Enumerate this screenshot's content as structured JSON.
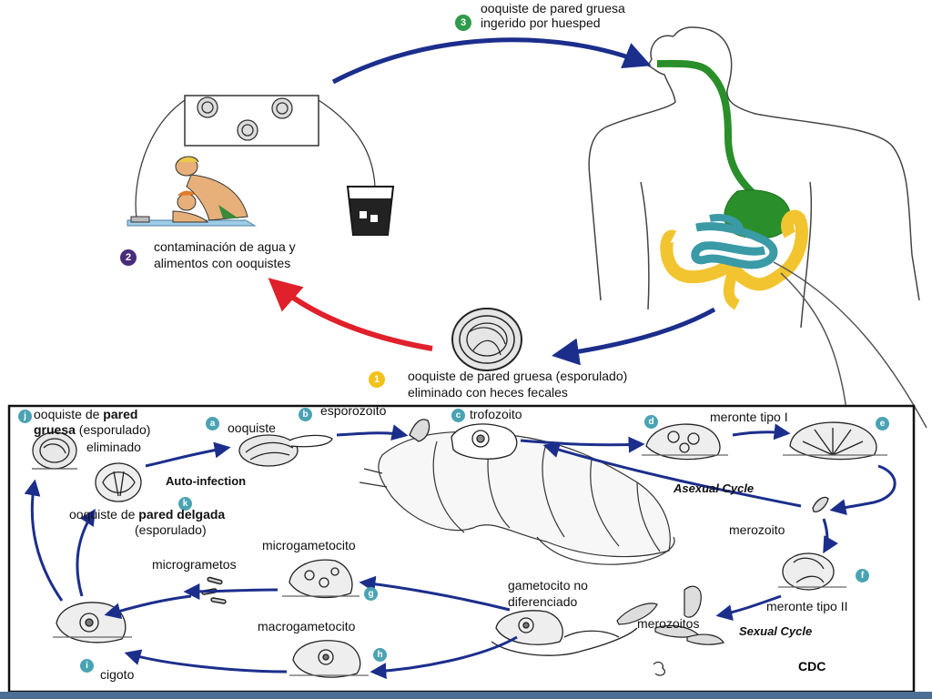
{
  "colors": {
    "arrow_blue": "#1c2e8c",
    "arrow_red": "#e0202a",
    "badge_green": "#2e9b4a",
    "badge_purple": "#4a2c7a",
    "badge_yellow": "#f2c21b",
    "badge_teal": "#4aa3b3",
    "stomach_green": "#2a8f2a",
    "intestine_teal": "#3a9aa6",
    "colon_yellow": "#f2c530"
  },
  "top": {
    "step3": {
      "badge": "3",
      "line1": "ooquiste de pared gruesa",
      "line2": "ingerido por huesped"
    },
    "step2": {
      "badge": "2",
      "line1": "contaminación de agua y",
      "line2": "alimentos con ooquistes"
    },
    "step1": {
      "badge": "1",
      "line1": "ooquiste de pared gruesa (esporulado)",
      "line2": "eliminado con heces fecales"
    }
  },
  "cycle": {
    "j": {
      "badge": "j",
      "pre": "ooquiste de ",
      "bold1": "pared",
      "bold2": "gruesa",
      "post": " (esporulado)",
      "line3": "eliminado"
    },
    "a": {
      "badge": "a",
      "label": "ooquiste"
    },
    "b": {
      "badge": "b",
      "label": "esporozoito"
    },
    "c": {
      "badge": "c",
      "label": "trofozoito"
    },
    "d": {
      "badge": "d",
      "label": "meronte tipo I"
    },
    "e": {
      "badge": "e"
    },
    "auto": "Auto-infection",
    "asexual": "Asexual Cycle",
    "k": {
      "badge": "k",
      "pre": "ooquiste de ",
      "bold": "pared delgada",
      "line2": "(esporulado)"
    },
    "merozoito": "merozoito",
    "microgametocito": "microgametocito",
    "micrometos": "microgrametos",
    "g": {
      "badge": "g"
    },
    "gametocito": {
      "line1": "gametocito no",
      "line2": "diferenciado"
    },
    "f": {
      "badge": "f",
      "label": "meronte tipo II"
    },
    "merozoitos": "merozoitos",
    "sexual": "Sexual Cycle",
    "macrogametocito": "macrogametocito",
    "h": {
      "badge": "h"
    },
    "i": {
      "badge": "i",
      "label": "cigoto"
    },
    "cdc": "CDC"
  }
}
